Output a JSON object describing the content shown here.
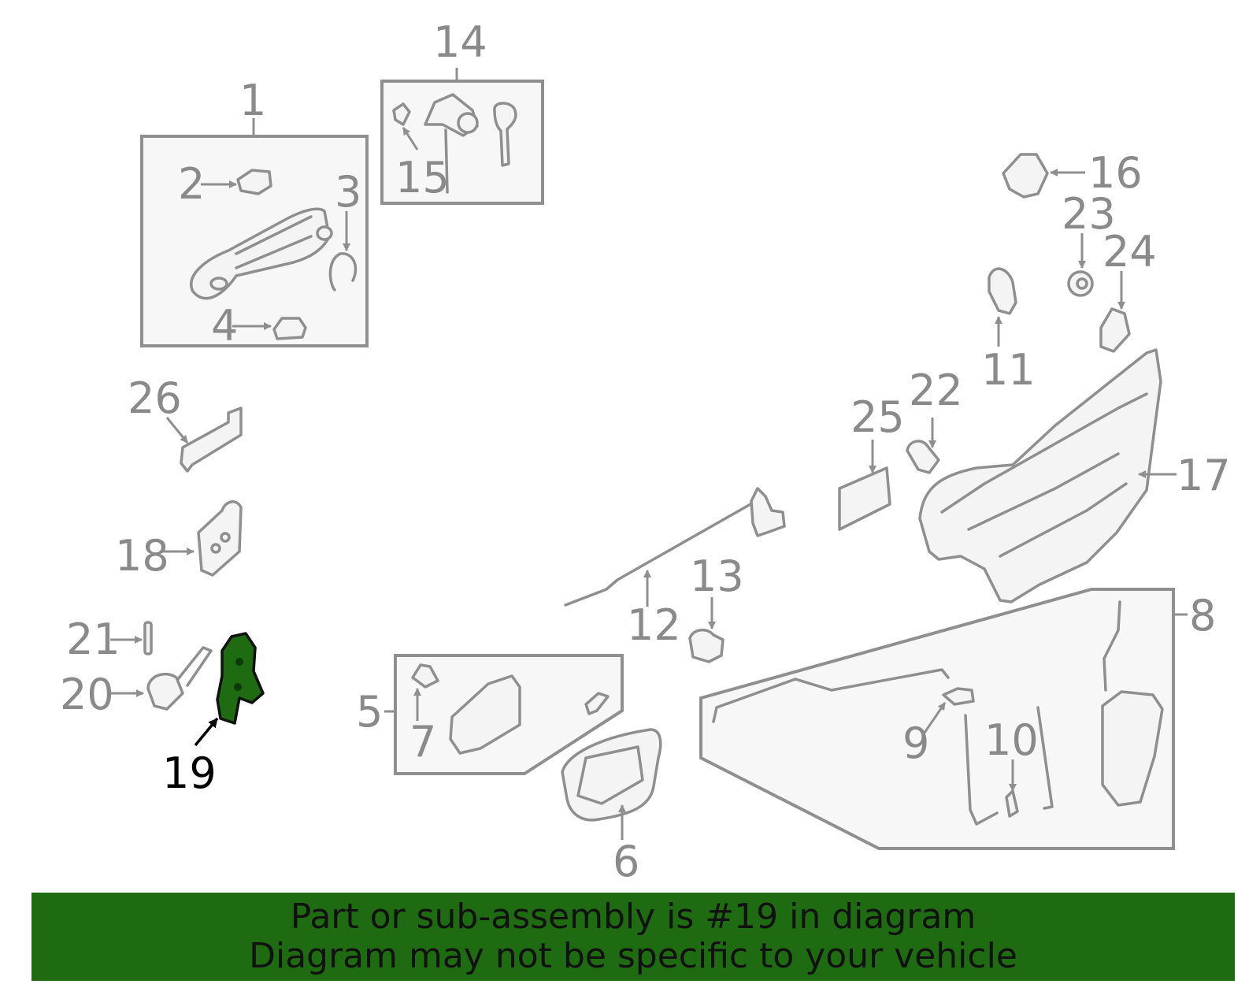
{
  "diagram": {
    "callouts": [
      "1",
      "2",
      "3",
      "4",
      "5",
      "6",
      "7",
      "8",
      "9",
      "10",
      "11",
      "12",
      "13",
      "14",
      "15",
      "16",
      "17",
      "18",
      "19",
      "20",
      "21",
      "22",
      "23",
      "24",
      "25",
      "26"
    ],
    "highlighted_callout": "19",
    "highlight_color": "#1e6b12",
    "line_color": "#8f8f8f"
  },
  "banner": {
    "line1": "Part or sub-assembly is #19 in diagram",
    "line2": "Diagram may not be specific to your vehicle",
    "background": "#1e6b12"
  }
}
